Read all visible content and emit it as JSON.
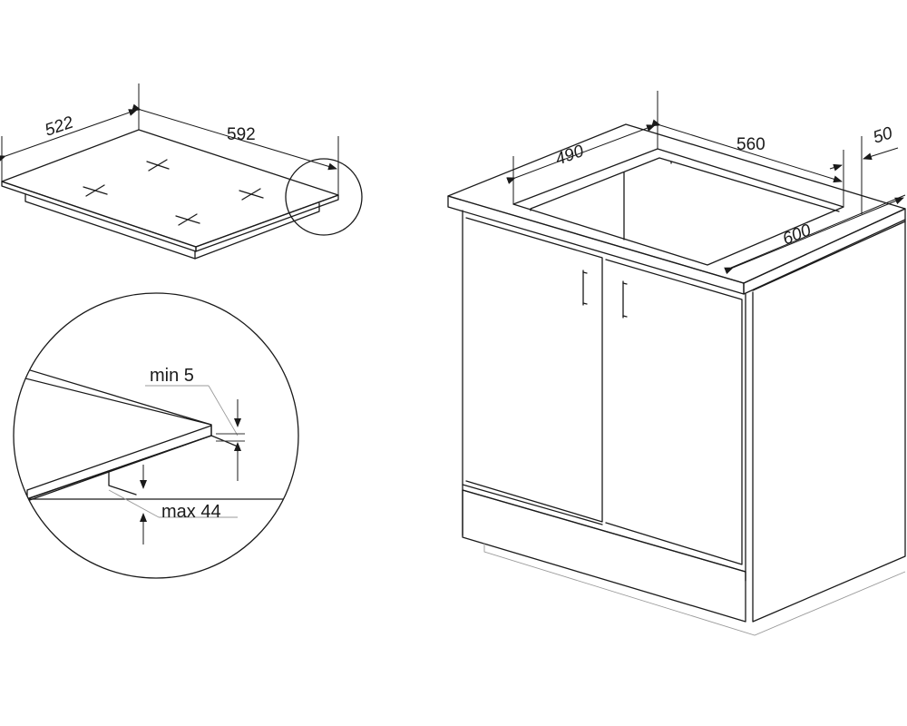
{
  "hob": {
    "depth_label": "522",
    "width_label": "592"
  },
  "detail": {
    "min_label": "min 5",
    "max_label": "max 44"
  },
  "cabinet": {
    "cutout_depth_label": "490",
    "cutout_width_label": "560",
    "edge_distance_label": "50",
    "worktop_depth_label": "600"
  },
  "colors": {
    "line": "#1a1a1a",
    "leader": "#9a9a9a"
  }
}
